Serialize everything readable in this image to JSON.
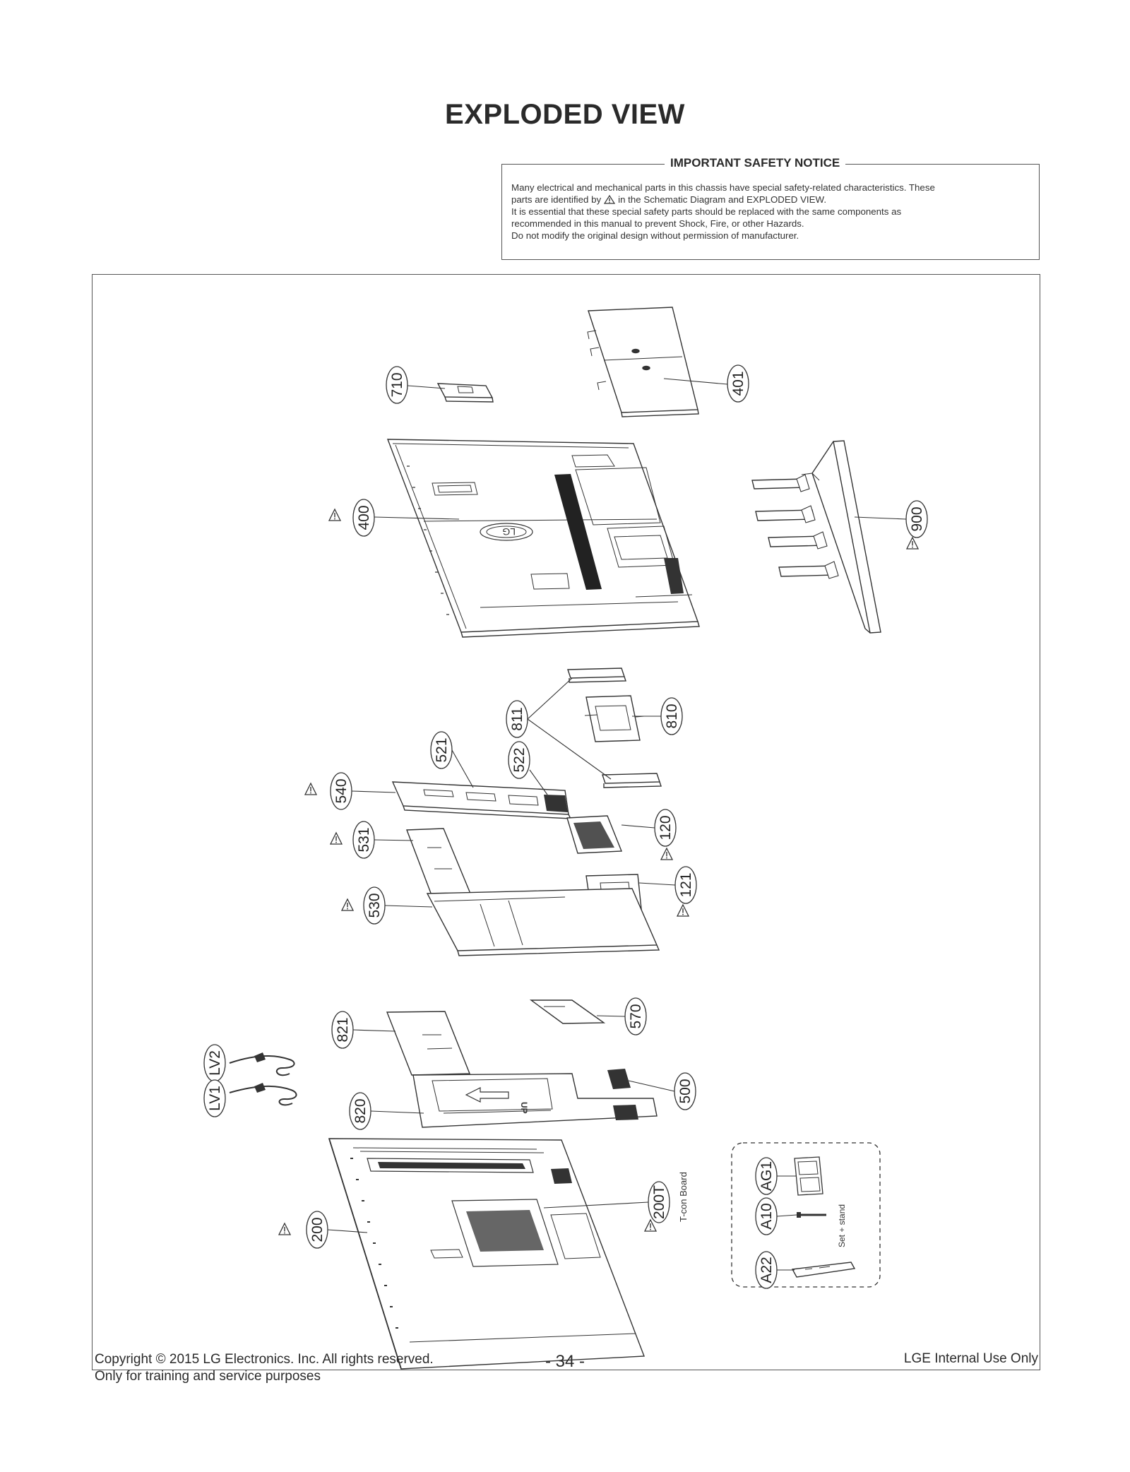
{
  "title": "EXPLODED VIEW",
  "notice": {
    "heading": "IMPORTANT SAFETY NOTICE",
    "line1": "Many electrical and mechanical parts in this chassis have special safety-related characteristics. These",
    "line2_pre": "parts are identified by",
    "line2_post": "in the Schematic Diagram and EXPLODED VIEW.",
    "line3": "It is essential that these special safety parts should be replaced with the same components as",
    "line4": "recommended in this manual to prevent Shock, Fire, or other Hazards.",
    "line5": "Do not modify the original design without permission of manufacturer."
  },
  "parts": {
    "p710": "710",
    "p401": "401",
    "p400": "400",
    "p900": "900",
    "p811": "811",
    "p810": "810",
    "p521": "521",
    "p522": "522",
    "p540": "540",
    "p120": "120",
    "p531": "531",
    "p121": "121",
    "p530": "530",
    "p570": "570",
    "p821": "821",
    "p500": "500",
    "pLV2": "LV2",
    "pLV1": "LV1",
    "p820": "820",
    "p200T": "200T",
    "p200": "200",
    "pAG1": "AG1",
    "pA10": "A10",
    "pA22": "A22"
  },
  "annotations": {
    "tcon": "T-con Board",
    "set_stand": "Set + stand",
    "up": "UP"
  },
  "footer": {
    "copyright": "Copyright  © 2015 LG Electronics. Inc. All rights reserved.",
    "training": "Only for training and service purposes",
    "page": "- 34 -",
    "internal": "LGE Internal Use Only"
  }
}
